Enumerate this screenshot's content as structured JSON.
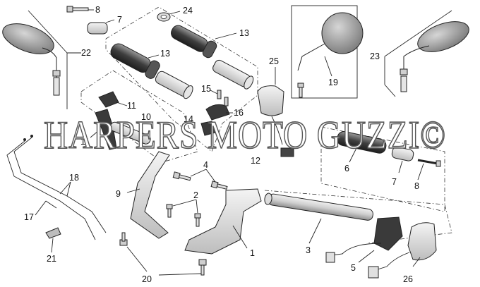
{
  "watermark": "HARPERS MOTO GUZZI©",
  "callouts": [
    "8",
    "7",
    "24",
    "13",
    "22",
    "13",
    "25",
    "23",
    "19",
    "15",
    "11",
    "10",
    "16",
    "14",
    "11",
    "12",
    "6",
    "7",
    "8",
    "18",
    "4",
    "9",
    "2",
    "17",
    "3",
    "1",
    "5",
    "21",
    "20",
    "26"
  ],
  "colors": {
    "part_grey": "#8a8a8a",
    "part_dark": "#3a3a3a",
    "part_light": "#d6d6d6",
    "outline": "#222222"
  }
}
